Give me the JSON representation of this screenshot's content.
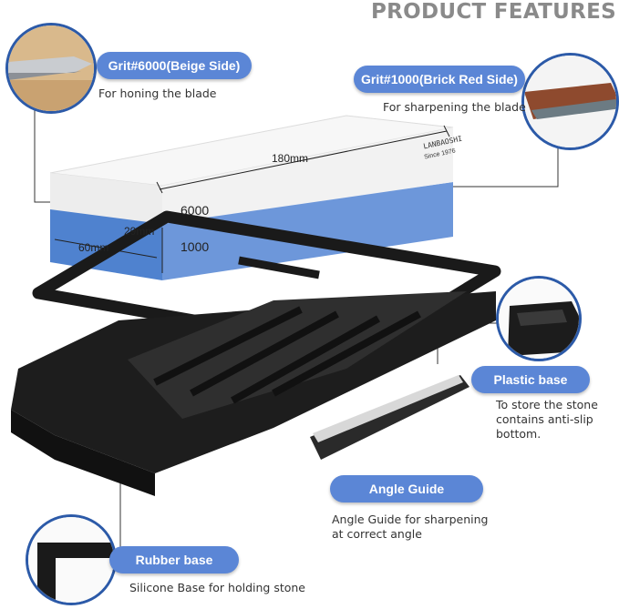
{
  "header": {
    "title": "PRODUCT FEATURES"
  },
  "features": {
    "beige": {
      "label": "Grit#6000(Beige Side)",
      "desc": "For honing the blade"
    },
    "red": {
      "label": "Grit#1000(Brick Red Side)",
      "desc": "For sharpening the blade"
    },
    "plastic": {
      "label": "Plastic base",
      "desc": [
        "To store the stone",
        "contains anti-slip",
        "bottom."
      ]
    },
    "angle": {
      "label": "Angle Guide",
      "desc": [
        "Angle Guide for sharpening",
        "at correct angle"
      ]
    },
    "rubber": {
      "label": "Rubber base",
      "desc": "Silicone Base for holding stone"
    }
  },
  "stone": {
    "length": "180mm",
    "height": "29mm",
    "width": "60mm",
    "grit_top": "6000",
    "grit_bottom": "1000",
    "brand": "LANBAOSHI",
    "since": "Since 1976"
  },
  "colors": {
    "accent": "#5b86d6",
    "circle_border": "#2c5aa8",
    "stone_blue": "#4f82cf",
    "stone_white": "#f4f4f4",
    "base": "#1c1c1c"
  }
}
